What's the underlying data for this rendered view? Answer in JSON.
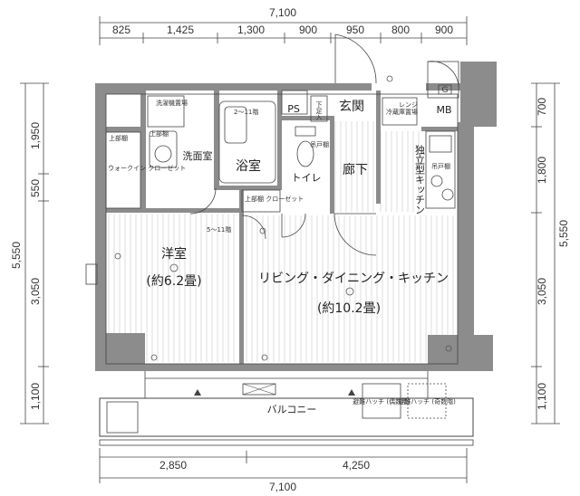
{
  "dimensions": {
    "total_width": "7,100",
    "top_segments": [
      "825",
      "1,425",
      "1,300",
      "900",
      "950",
      "800",
      "900"
    ],
    "bottom_segments": [
      "2,850",
      "4,250"
    ],
    "bottom_total": "7,100",
    "left_total": "5,550",
    "left_segments": [
      "1,950",
      "550",
      "3,050",
      "1,100"
    ],
    "right_total": "5,550",
    "right_segments": [
      "700",
      "1,800",
      "3,050",
      "1,100"
    ]
  },
  "rooms": {
    "western_room": "洋室",
    "western_room_size": "(約6.2畳)",
    "ldk": "リビング・ダイニング・キッチン",
    "ldk_size": "(約10.2畳)",
    "washroom": "洗面室",
    "bath": "浴室",
    "toilet": "トイレ",
    "hallway": "廊下",
    "entrance": "玄関",
    "kitchen": "独立型キッチン",
    "balcony": "バルコニー",
    "ps": "PS",
    "mb": "MB",
    "g": "G"
  },
  "small_labels": {
    "shoe_box": "下足入",
    "laundry": "洗濯機置場",
    "upper_shelf": "上部棚",
    "upper_shelf2": "上部棚",
    "walk_in": "ウォークイン クローゼット",
    "closet": "上部棚 クローゼット",
    "hanger": "吊戸棚",
    "hanger2": "吊戸棚",
    "fridge": "冷蔵庫置場",
    "range": "レンジ",
    "rise_w": "5〜11階",
    "rise_b": "2〜11階",
    "hatch1": "避難ハッチ (偶数階)",
    "hatch2": "避難ハッチ (奇数階)"
  }
}
